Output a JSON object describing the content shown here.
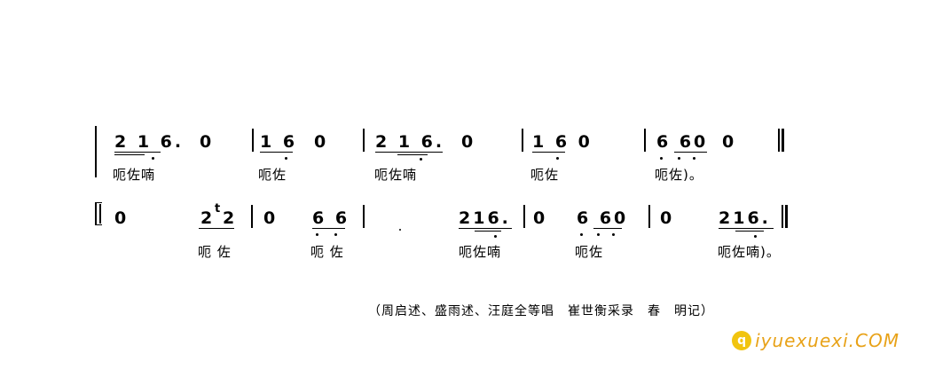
{
  "score": {
    "row1": {
      "notes": [
        "2 1 6.",
        "0",
        "1 6",
        "0",
        "2 1 6.",
        "0",
        "1 6 0",
        "6 60",
        "0"
      ],
      "lyrics": [
        "呃佐喃",
        "呃佐",
        "呃佐喃",
        "呃佐",
        "呃佐)。"
      ]
    },
    "row2": {
      "notes": [
        "0",
        "2",
        "2",
        "0",
        "6 6",
        "216.",
        "0",
        "6 60",
        "0",
        "216."
      ],
      "lyrics": [
        "呃 佐",
        "呃 佐",
        "呃佐喃",
        "呃佐",
        "呃佐喃)。"
      ]
    }
  },
  "credit": "（周启述、盛雨述、汪庭全等唱　崔世衡采录　春　明记）",
  "watermark": {
    "icon": "q",
    "text": "iyuexuexi.COM",
    "color": "#e8a218"
  }
}
